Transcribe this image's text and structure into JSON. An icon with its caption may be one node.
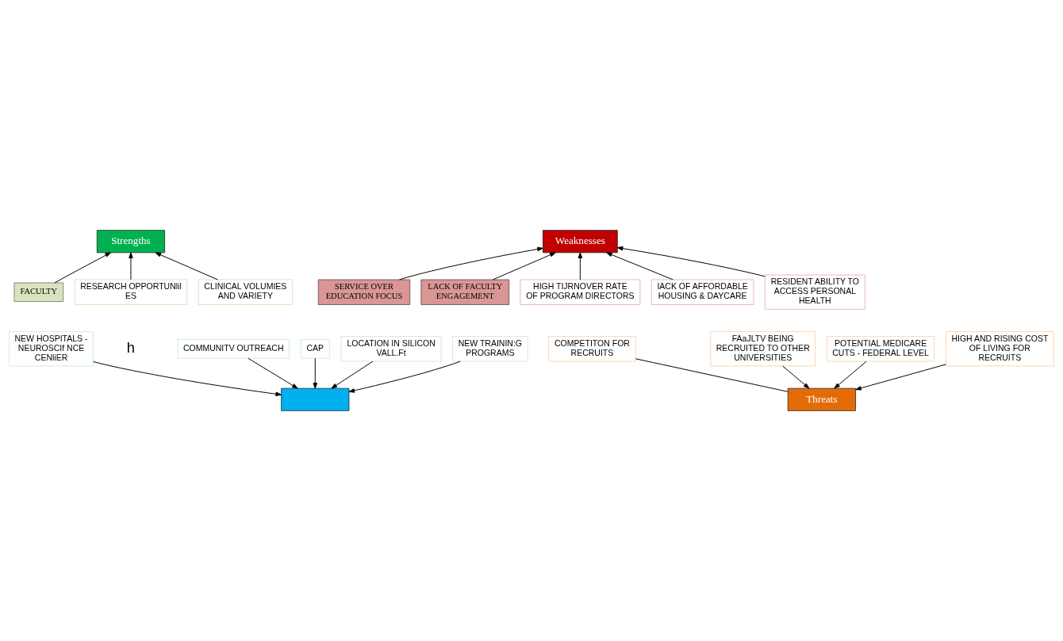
{
  "diagram": {
    "nodes": [
      {
        "text": [
          "Strengths"
        ]
      },
      {
        "text": [
          "Weaknesses"
        ]
      },
      {
        "text": [],
        "shape": "box"
      },
      {
        "text": [
          "Threats"
        ]
      },
      {
        "text": [
          "FACULTY"
        ]
      },
      {
        "text": [
          "RESEARCH OPPORTUNlil ES"
        ]
      },
      {
        "text": [
          "CLINICAL VOLUMIES AND VARIETY"
        ]
      },
      {
        "text": [
          "SERVICE OVER EDUCATION FOCUS"
        ]
      },
      {
        "text": [
          "LACK OF FACULTY ENGAGEMENT"
        ]
      },
      {
        "text": [
          "HIGH TIJRNOVER RATE OF PROGRAM DIRECTORS"
        ]
      },
      {
        "text": [
          "IACK OF AFFORDABLE HOUSING & DAYCARE"
        ]
      },
      {
        "text": [
          "RESIDENT ABILITY TO ACCESS PERSONAL HEALTH"
        ]
      },
      {
        "text": [
          "NEW HOSPITALS - NEUROSCIf NCE CENliER"
        ]
      },
      {
        "text": [
          "CAP"
        ]
      },
      {
        "text": [
          "COMMUNITV OUTREACH"
        ]
      },
      {
        "text": [
          "LOCATION IN SILICON VALL.Ft"
        ]
      },
      {
        "text": [
          "NEW TRAININ:G PROGRAMS"
        ]
      },
      {
        "text": [
          "COMPETITON FOR RECRUITS"
        ]
      },
      {
        "text": [
          "POTENTIAL MEDICARE CUTS - FEDERAL LEVEL"
        ]
      },
      {
        "text": [
          "HIGH AND RISING COST OF LIVING FOR RECRUITS"
        ]
      },
      {
        "text": [
          "FAaJLTV BEING RECRUITED TO OTHER UNIVERSITIES"
        ]
      }
    ],
    "edges": [
      {
        "from": 4,
        "to": 0,
        "arrow": "to"
      },
      {
        "from": 5,
        "to": 0,
        "arrow": "to"
      },
      {
        "from": 6,
        "to": 0,
        "arrow": "to"
      },
      {
        "from": 7,
        "to": 1,
        "arrow": "to"
      },
      {
        "from": 8,
        "to": 1,
        "arrow": "to"
      },
      {
        "from": 9,
        "to": 1,
        "arrow": "to"
      },
      {
        "from": 10,
        "to": 1,
        "arrow": "to"
      },
      {
        "from": 11,
        "to": 1,
        "arrow": "to"
      },
      {
        "from": 12,
        "to": 2,
        "arrow": "to"
      },
      {
        "from": 13,
        "to": 2,
        "arrow": "to"
      },
      {
        "from": 14,
        "to": 2,
        "arrow": "to"
      },
      {
        "from": 15,
        "to": 2,
        "arrow": "to"
      },
      {
        "from": 16,
        "to": 2,
        "arrow": "to"
      },
      {
        "from": 17,
        "to": 3,
        "arrow": "none"
      },
      {
        "from": 18,
        "to": 3,
        "arrow": "to"
      },
      {
        "from": 19,
        "to": 3,
        "arrow": "to"
      },
      {
        "from": 20,
        "to": 3,
        "arrow": "to"
      }
    ],
    "labels": [
      "h"
    ]
  }
}
